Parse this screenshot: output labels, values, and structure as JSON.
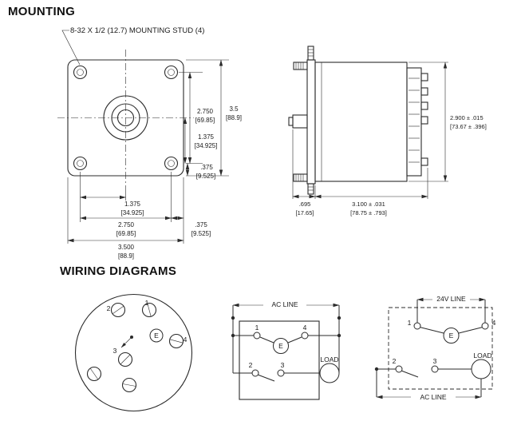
{
  "headings": {
    "mounting": "MOUNTING",
    "wiring": "WIRING DIAGRAMS"
  },
  "front_view": {
    "stud_note": "8-32 X 1/2 (12.7) MOUNTING STUD (4)",
    "dim_right": [
      {
        "in": "2.750",
        "mm": "[69.85]"
      },
      {
        "in": "3.5",
        "mm": "[88.9]"
      },
      {
        "in": "1.375",
        "mm": "[34.925]"
      },
      {
        "in": ".375",
        "mm": "[9.525]"
      }
    ],
    "dim_bottom": [
      {
        "in": "1.375",
        "mm": "[34.925]"
      },
      {
        "in": "2.750",
        "mm": "[69.85]"
      },
      {
        "in": ".375",
        "mm": "[9.525]"
      },
      {
        "in": "3.500",
        "mm": "[88.9]"
      }
    ]
  },
  "side_view": {
    "dim_height": {
      "in": "2.900 ± .015",
      "mm": "[73.67 ± .396]"
    },
    "dim_front": {
      "in": ".695",
      "mm": "[17.65]"
    },
    "dim_depth": {
      "in": "3.100 ± .031",
      "mm": "[78.75 ± .793]"
    }
  },
  "back_view": {
    "t1": "1",
    "t2": "2",
    "t3": "3",
    "t4": "4",
    "e": "E"
  },
  "wiring_ac": {
    "line_label": "AC LINE",
    "load_label": "LOAD",
    "t1": "1",
    "t2": "2",
    "t3": "3",
    "t4": "4",
    "e": "E"
  },
  "wiring_24v": {
    "line_label": "24V LINE",
    "ac_label": "AC LINE",
    "load_label": "LOAD",
    "t1": "1",
    "t2": "2",
    "t3": "3",
    "t4": "4",
    "e": "E"
  },
  "colors": {
    "line": "#2b2b2b",
    "text": "#1a1a1a",
    "background": "#ffffff"
  }
}
